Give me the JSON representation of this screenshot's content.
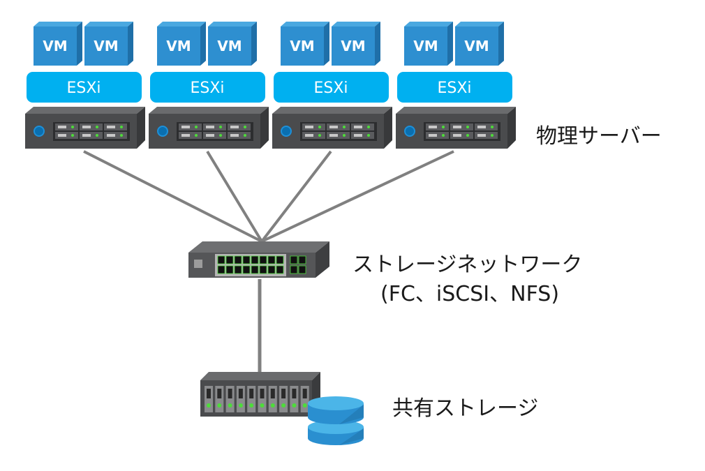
{
  "diagram": {
    "title": "ESXi shared storage architecture",
    "hosts": [
      {
        "vms": [
          "VM",
          "VM"
        ],
        "hypervisor": "ESXi"
      },
      {
        "vms": [
          "VM",
          "VM"
        ],
        "hypervisor": "ESXi"
      },
      {
        "vms": [
          "VM",
          "VM"
        ],
        "hypervisor": "ESXi"
      },
      {
        "vms": [
          "VM",
          "VM"
        ],
        "hypervisor": "ESXi"
      }
    ],
    "labels": {
      "physical_server": "物理サーバー",
      "storage_network": "ストレージネットワーク",
      "storage_protocols": "(FC、iSCSI、NFS)",
      "shared_storage": "共有ストレージ"
    },
    "colors": {
      "vm_front": "#2e8fd0",
      "vm_side": "#1f6fa8",
      "esxi": "#00b0f0",
      "server_body": "#4a4b4d",
      "server_top": "#6a6b6d",
      "cable": "#808080",
      "led": "#4ddc3a",
      "disk_top": "#4bb5e8",
      "disk_body": "#2a8fd0"
    },
    "edges": [
      {
        "from": "server-1",
        "to": "network-switch"
      },
      {
        "from": "server-2",
        "to": "network-switch"
      },
      {
        "from": "server-3",
        "to": "network-switch"
      },
      {
        "from": "server-4",
        "to": "network-switch"
      },
      {
        "from": "network-switch",
        "to": "shared-storage"
      }
    ]
  }
}
